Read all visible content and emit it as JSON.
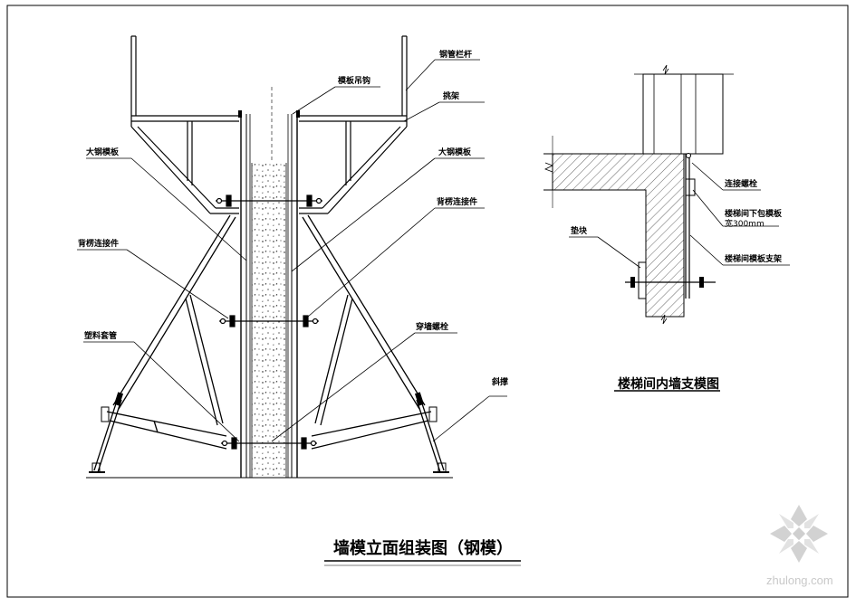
{
  "main_drawing": {
    "title": "墙模立面组装图（钢模）",
    "labels": {
      "rail": "钢管栏杆",
      "hook": "模板吊钩",
      "scaffold": "挑架",
      "left_form": "大钢模板",
      "right_form": "大钢模板",
      "back_connector_left": "背楞连接件",
      "back_connector_right": "背楞连接件",
      "pvc_sleeve": "塑料套管",
      "tie_bolt": "穿墙螺栓",
      "brace": "斜撑"
    }
  },
  "detail_drawing": {
    "title": "楼梯间内墙支模图",
    "labels": {
      "connect_bolt": "连接螺栓",
      "stair_lower": "楼梯间下包模板",
      "width_note": "宽300mm",
      "stair_support": "楼梯间模板支架",
      "pad": "垫块"
    }
  },
  "watermark": {
    "text": "zhulong.com"
  }
}
